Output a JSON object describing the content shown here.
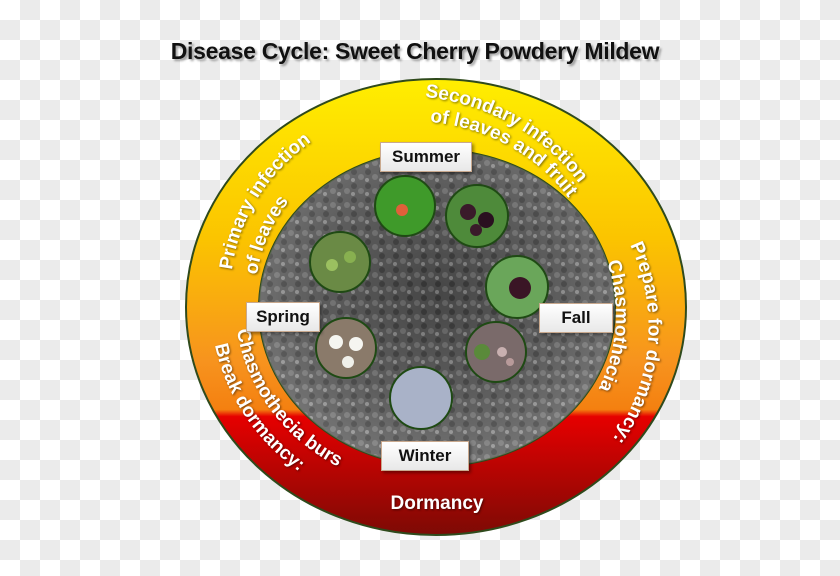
{
  "title": "Disease Cycle: Sweet Cherry Powdery Mildew",
  "seasons": {
    "summer": "Summer",
    "spring": "Spring",
    "fall": "Fall",
    "winter": "Winter"
  },
  "stages": {
    "primary_1": "Primary infection",
    "primary_2": "of leaves",
    "secondary_1": "Secondary infection",
    "secondary_2": "of leaves and  fruit",
    "prepare_1": "Prepare for dormancy:",
    "prepare_2": "Chasmothecia",
    "break_1": "Break dormancy:",
    "break_2": "Chasmothecia burst",
    "dormancy": "Dormancy"
  },
  "colors": {
    "top": "#ffe800",
    "middle": "#f7941d",
    "red": "#e80000",
    "bottom": "#8a0a05",
    "ring_border": "#2f4a1c"
  }
}
